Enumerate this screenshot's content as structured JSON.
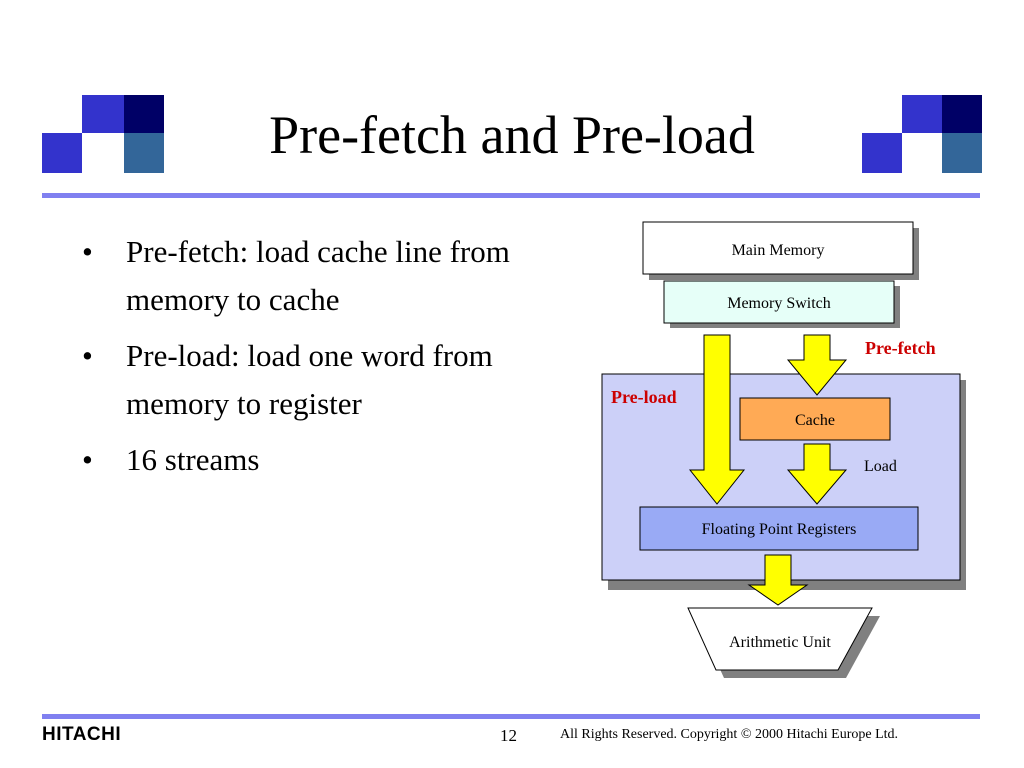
{
  "slide": {
    "title": "Pre-fetch and Pre-load",
    "bullets": [
      "Pre-fetch: load cache line from memory to cache",
      "Pre-load: load one word from memory to register",
      "16 streams"
    ],
    "bullet_glyph": "•"
  },
  "diagram": {
    "main_memory": "Main Memory",
    "memory_switch": "Memory Switch",
    "prefetch_label": "Pre-fetch",
    "preload_label": "Pre-load",
    "cache": "Cache",
    "load_label": "Load",
    "fp_registers": "Floating Point Registers",
    "arithmetic_unit": "Arithmetic Unit"
  },
  "footer": {
    "logo": "HITACHI",
    "page_number": "12",
    "copyright": "All Rights Reserved. Copyright © 2000 Hitachi Europe Ltd."
  },
  "colors": {
    "deco_dark": "#000066",
    "deco_blue": "#3333cc",
    "deco_steel": "#336699",
    "rule": "#8080f0",
    "panel_fill": "#ccd0f8",
    "arrow_fill": "#ffff00",
    "cache_fill": "#ffaa55",
    "register_fill": "#99aaf5",
    "switch_fill": "#e6fff8",
    "label_red": "#cc0000"
  }
}
